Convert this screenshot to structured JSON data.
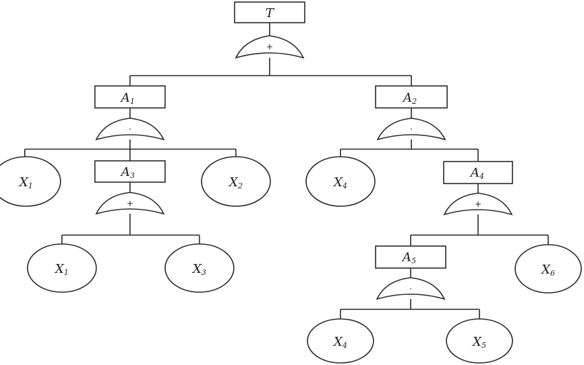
{
  "top_event": {
    "letter": "T",
    "gate_symbol": "+"
  },
  "intermediate": [
    {
      "letter": "A",
      "sub": "1",
      "gate_symbol": "·"
    },
    {
      "letter": "A",
      "sub": "2",
      "gate_symbol": "·"
    },
    {
      "letter": "A",
      "sub": "3",
      "gate_symbol": "+"
    },
    {
      "letter": "A",
      "sub": "4",
      "gate_symbol": "+"
    },
    {
      "letter": "A",
      "sub": "5",
      "gate_symbol": "·"
    }
  ],
  "basic_events": [
    {
      "letter": "X",
      "sub": "1"
    },
    {
      "letter": "X",
      "sub": "2"
    },
    {
      "letter": "X",
      "sub": "1"
    },
    {
      "letter": "X",
      "sub": "3"
    },
    {
      "letter": "X",
      "sub": "4"
    },
    {
      "letter": "X",
      "sub": "6"
    },
    {
      "letter": "X",
      "sub": "4"
    },
    {
      "letter": "X",
      "sub": "5"
    }
  ]
}
